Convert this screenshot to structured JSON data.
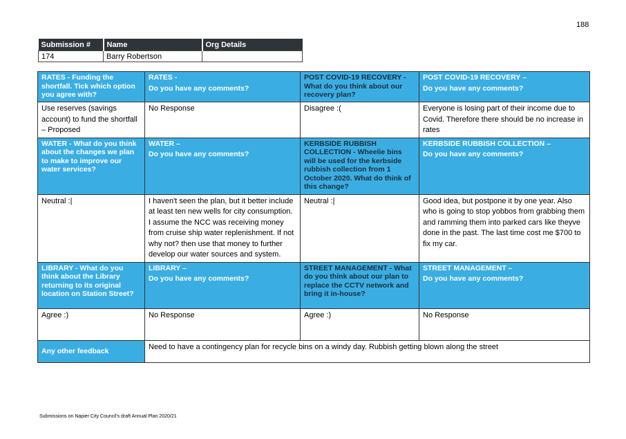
{
  "page_number": "188",
  "submission_table": {
    "headers": [
      "Submission #",
      "Name",
      "Org Details"
    ],
    "row": [
      "174",
      "Barry Robertson",
      ""
    ]
  },
  "rates": {
    "topic": "RATES",
    "question": " - Funding the shortfall. Tick which option you agree with?",
    "comment_title": "RATES -",
    "comment_prompt": "Do you have any comments?",
    "answer": "Use reserves (savings account) to fund the shortfall – Proposed",
    "comment": "No Response"
  },
  "covid": {
    "topic": "POST COVID-19 RECOVERY",
    "question": " - What do you think about our recovery plan?",
    "comment_title": "POST COVID-19 RECOVERY –",
    "comment_prompt": "Do you have any comments?",
    "answer": "Disagree :(",
    "comment": "Everyone is losing part of their income due to Covid. Therefore there should be no increase in rates"
  },
  "water": {
    "topic": "WATER",
    "question": " - What do you think about the changes we plan to make to improve our water services?",
    "comment_title": "WATER –",
    "comment_prompt": "Do you have any comments?",
    "answer": "Neutral :|",
    "comment": "I haven't seen the plan, but it better include at least ten new wells for city consumption. I assume the NCC was receiving money from cruise ship water replenishment. If not why not? then use that money to further develop our water sources and system."
  },
  "kerbside": {
    "topic": "KERBSIDE RUBBISH COLLECTION",
    "question": " - Wheelie bins will be used for the kerbside rubbish collection from 1 October 2020. What do think of this change?",
    "comment_title": "KERBSIDE RUBBISH COLLECTION –",
    "comment_prompt": "Do you have any comments?",
    "answer": "Neutral :|",
    "comment": "Good idea, but postpone it by one year. Also who is going to stop yobbos from grabbing them and ramming them into parked cars like theyve done in the past. The last time cost me $700 to fix my car."
  },
  "library": {
    "topic": "LIBRARY",
    "question": " - What do you think about the Library returning to its original location on Station Street?",
    "comment_title": "LIBRARY –",
    "comment_prompt": "Do you have any comments?",
    "answer": "Agree :)",
    "comment": "No Response"
  },
  "street": {
    "topic": "STREET MANAGEMENT",
    "question": " - What do you think about our plan to replace the CCTV network and bring it in-house?",
    "comment_title": "STREET MANAGEMENT –",
    "comment_prompt": "Do you have any comments?",
    "answer": "Agree :)",
    "comment": "No Response"
  },
  "other_feedback": {
    "label": "Any other feedback",
    "text": "Need to have a contingency plan for recycle bins on a windy day. Rubbish getting blown along the street"
  },
  "footer": "Submissions on Napier City Council's draft Annual Plan 2020/21"
}
